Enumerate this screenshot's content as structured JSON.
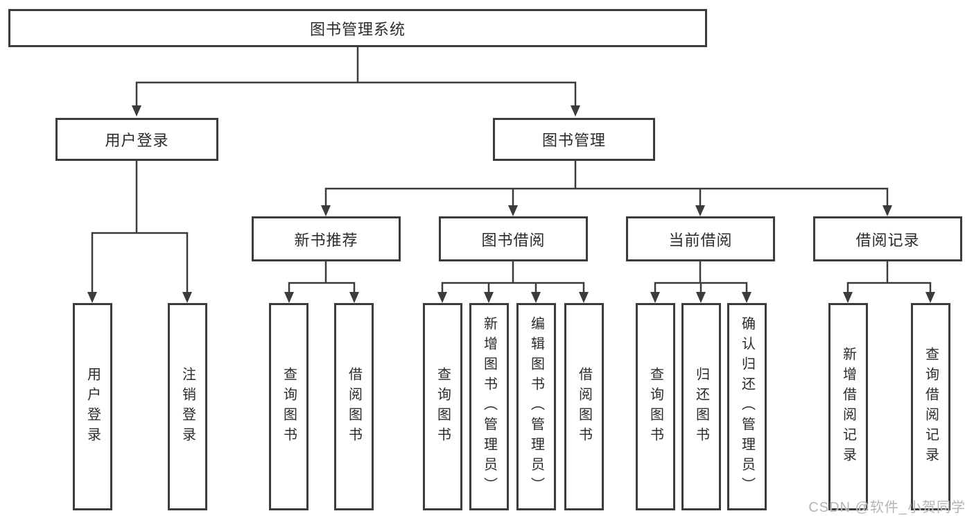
{
  "diagram": {
    "root": "图书管理系统",
    "level2": {
      "user_login": "用户登录",
      "book_mgmt": "图书管理"
    },
    "level3": {
      "new_book": "新书推荐",
      "book_borrow": "图书借阅",
      "current_borrow": "当前借阅",
      "borrow_record": "借阅记录"
    },
    "leaves": {
      "user_login": [
        "用户登录",
        "注销登录"
      ],
      "new_book": [
        "查询图书",
        "借阅图书"
      ],
      "book_borrow": [
        "查询图书",
        "新增图书（管理员）",
        "编辑图书（管理员）",
        "借阅图书"
      ],
      "current_borrow": [
        "查询图书",
        "归还图书",
        "确认归还（管理员）"
      ],
      "borrow_record": [
        "新增借阅记录",
        "查询借阅记录"
      ]
    }
  },
  "watermark": "CSDN @软件_小贺同学",
  "colors": {
    "line": "#3b3b3b",
    "text": "#2b2b2b",
    "box_bg": "#ffffff",
    "page_bg": "#ffffff",
    "watermark": "#b5b5b5"
  }
}
